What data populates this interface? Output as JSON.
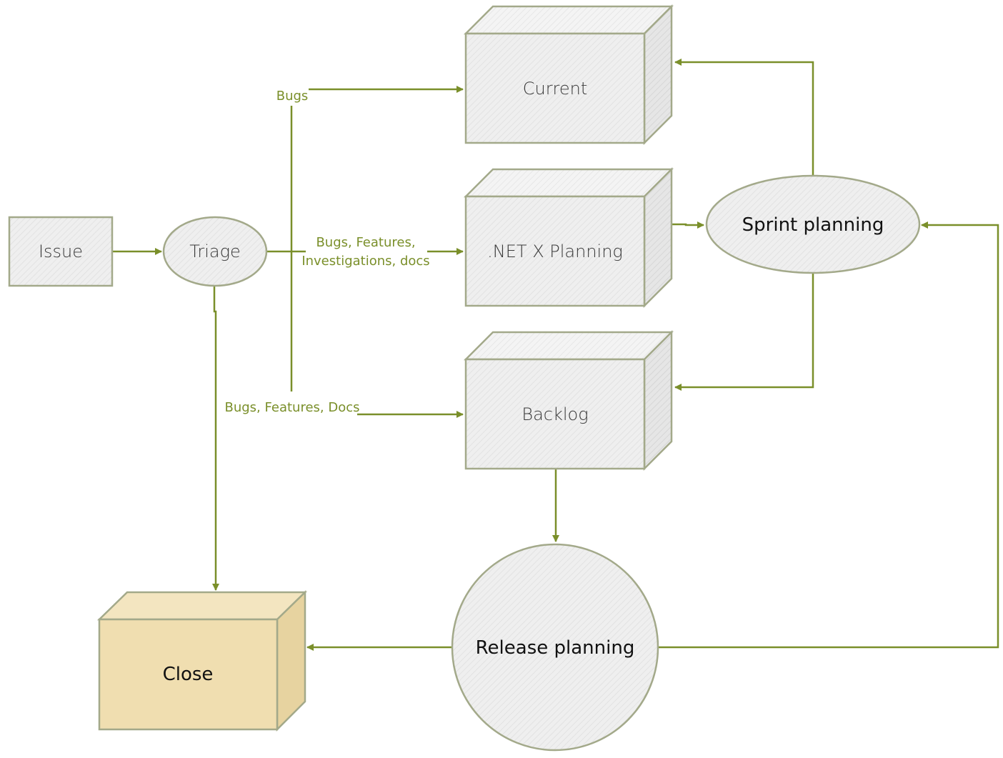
{
  "nodes": {
    "issue": "Issue",
    "triage": "Triage",
    "current": "Current",
    "net_planning": ".NET X Planning",
    "backlog": "Backlog",
    "close": "Close",
    "sprint_planning": "Sprint planning",
    "release_planning": "Release planning"
  },
  "edges": {
    "bugs": "Bugs",
    "bugs_features_line1": "Bugs, Features,",
    "bugs_features_line2": "Investigations, docs",
    "bugs_features_docs": "Bugs, Features, Docs"
  },
  "colors": {
    "edge": "#7a8f2a",
    "node_fill": "#efefef",
    "close_fill": "#f0deb0",
    "node_stroke": "#a3a98a"
  }
}
